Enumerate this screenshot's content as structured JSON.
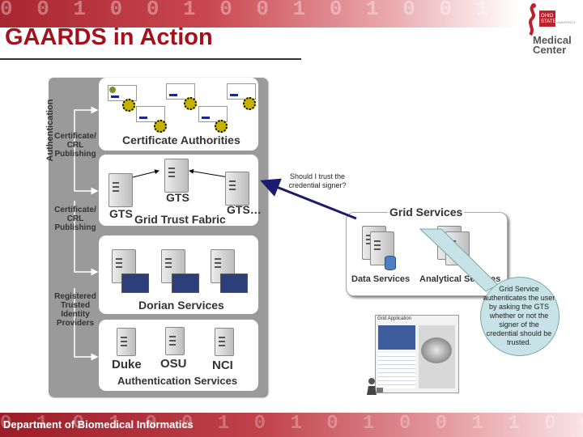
{
  "slide": {
    "title": "GAARDS in Action",
    "header_pattern": "0 0 1 0 0 1 0 0 1 0 1 0 0 1 1 0",
    "footer_pattern": "0 1 0 1 0 0 1 0 1 0 1 0 0 1 1 0 0 1"
  },
  "logo": {
    "text_lines": [
      "OHIO",
      "STATE",
      "UNIVERSITY",
      "Medical",
      "Center"
    ]
  },
  "diagram": {
    "vertical_label": "Authentication",
    "side_labels": {
      "crl1": [
        "Certificate/",
        "CRL",
        "Publishing"
      ],
      "crl2": [
        "Certificate/",
        "CRL",
        "Publishing"
      ],
      "idp": [
        "Registered",
        "Trusted",
        "Identity",
        "Providers"
      ]
    },
    "ca_title": "Certificate Authorities",
    "gtf_title": "Grid Trust Fabric",
    "gts_labels": [
      "GTS",
      "GTS",
      "GTS…"
    ],
    "dorian_title": "Dorian Services",
    "auth_title": "Authentication Services",
    "idp_names": [
      "Duke",
      "OSU",
      "NCI"
    ]
  },
  "grid": {
    "title": "Grid Services",
    "data_services": "Data Services",
    "analytic_services": "Analytical Services",
    "app_title": "Grid Application"
  },
  "callouts": {
    "trust_question": "Should I trust the credential signer?",
    "service_note": "Grid Service authenticates the user by asking the GTS whether or not the signer of the credential should be trusted."
  },
  "footer": {
    "text": "Department of Biomedical Informatics"
  },
  "colors": {
    "title_red": "#a5101c",
    "panel_gray": "#9a9a9a",
    "callout_fill": "#c7e3e7",
    "arrow_navy": "#1c1c6e"
  }
}
